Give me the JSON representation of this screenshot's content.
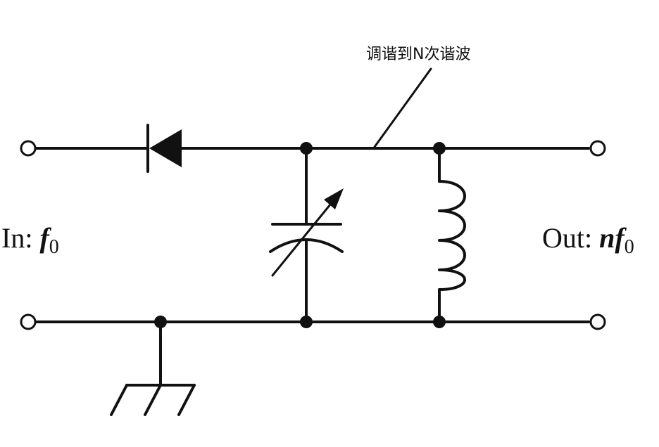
{
  "annotation": {
    "text": "调谐到N次谐波"
  },
  "input_label": {
    "prefix": "In: ",
    "var": "f",
    "sub": "0"
  },
  "output_label": {
    "prefix": "Out: ",
    "coef": "n",
    "var": "f",
    "sub": "0"
  },
  "colors": {
    "line": "#111111",
    "background": "#ffffff"
  }
}
